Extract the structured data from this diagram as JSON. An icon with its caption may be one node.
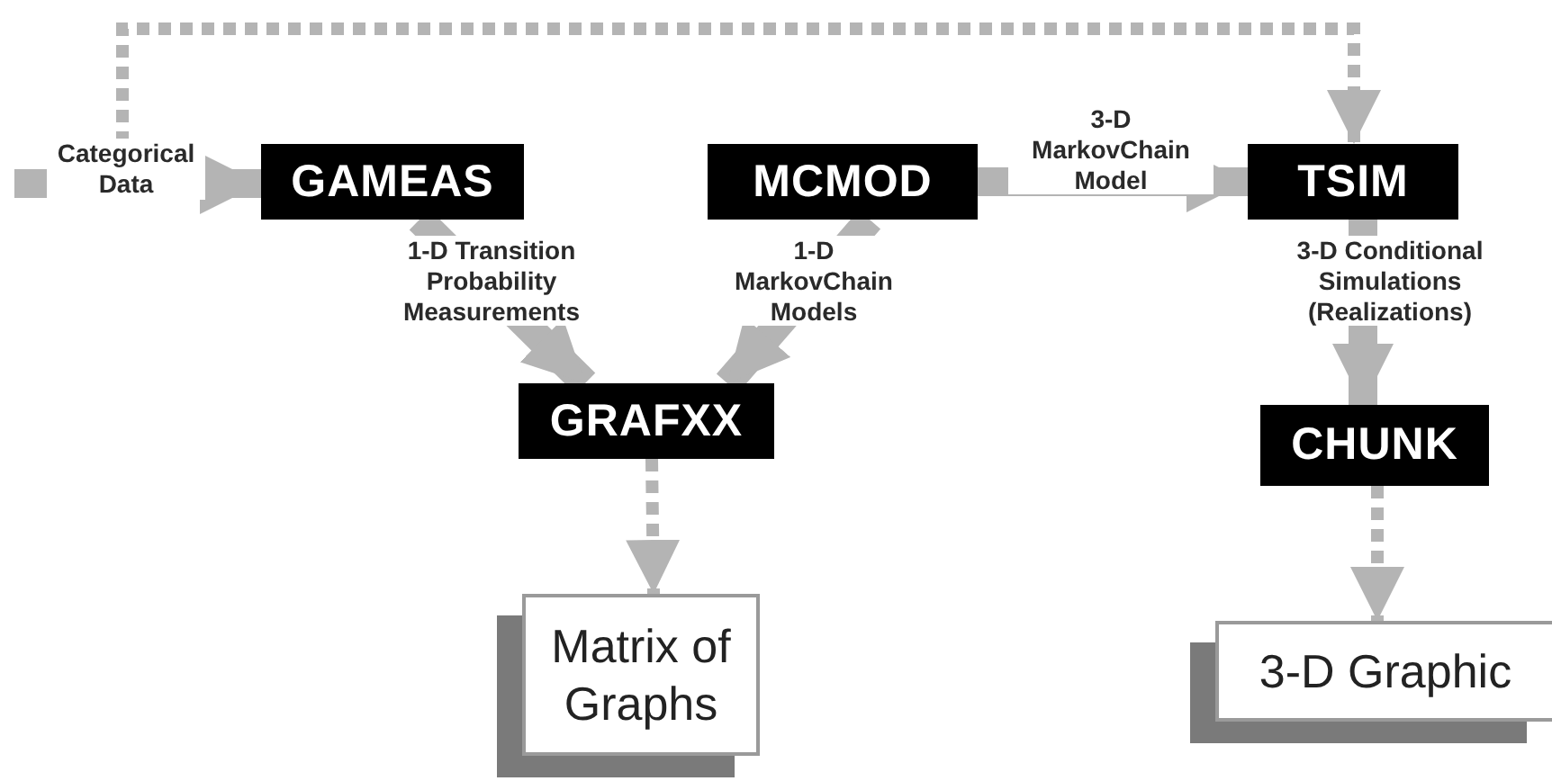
{
  "diagram": {
    "nodes": [
      {
        "text": [
          "GAMEAS"
        ]
      },
      {
        "text": [
          "MCMOD"
        ]
      },
      {
        "text": [
          "TSIM"
        ]
      },
      {
        "text": [
          "GRAFXX"
        ]
      },
      {
        "text": [
          "CHUNK"
        ]
      },
      {
        "text": [
          "Matrix of Graphs"
        ]
      },
      {
        "text": [
          "3-D Graphic"
        ]
      }
    ],
    "edges": [
      {
        "from": null,
        "to": 0,
        "arrow": "to",
        "label": "Categorical Data",
        "color": "#b4b4b4"
      },
      {
        "from": null,
        "to": 2,
        "arrow": "to",
        "style": "dashed",
        "color": "#b4b4b4"
      },
      {
        "from": 0,
        "to": 3,
        "arrow": "to",
        "label": "1-D Transition Probability Measurements",
        "color": "#b4b4b4"
      },
      {
        "from": 1,
        "to": 3,
        "arrow": "to",
        "label": "1-D MarkovChain Models",
        "color": "#b4b4b4"
      },
      {
        "from": 1,
        "to": 2,
        "arrow": "to",
        "label": "3-D MarkovChain Model",
        "color": "#b4b4b4"
      },
      {
        "from": 2,
        "to": 4,
        "arrow": "to",
        "label": "3-D Conditional Simulations (Realizations)",
        "color": "#b4b4b4"
      },
      {
        "from": 3,
        "to": 5,
        "arrow": "to",
        "style": "dashed",
        "color": "#b4b4b4"
      },
      {
        "from": 4,
        "to": 6,
        "arrow": "to",
        "style": "dashed",
        "color": "#b4b4b4"
      }
    ]
  }
}
